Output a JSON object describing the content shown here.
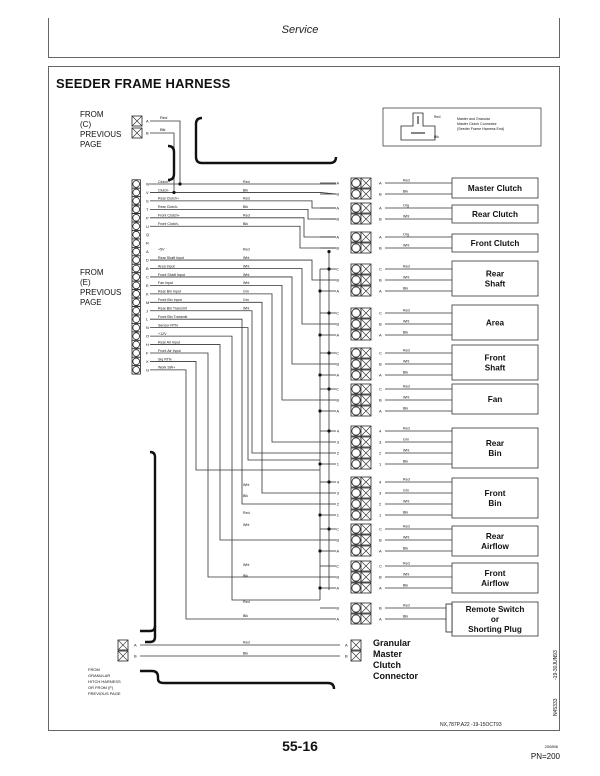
{
  "header": {
    "section": "Service"
  },
  "title": "SEEDER FRAME HARNESS",
  "legend_box": {
    "wire_top": "Red",
    "wire_bottom": "Blk",
    "text": [
      "Master and Granular",
      "Master Clutch Connector",
      "(Seeder Frame Harness End)"
    ]
  },
  "from_c": {
    "label": [
      "FROM",
      "(C)",
      "PREVIOUS",
      "PAGE"
    ],
    "pins": [
      "A",
      "B"
    ],
    "wires": [
      "Red",
      "Blk"
    ]
  },
  "from_e": {
    "label": [
      "FROM",
      "(E)",
      "PREVIOUS",
      "PAGE"
    ]
  },
  "main_connector": {
    "pins": [
      {
        "pin": "W",
        "signal": "Clutch+",
        "color": "Red"
      },
      {
        "pin": "V",
        "signal": "Clutch-",
        "color": "Blk"
      },
      {
        "pin": "S",
        "signal": "Rear Clutch+",
        "color": "Red"
      },
      {
        "pin": "T",
        "signal": "Rear Clutch-",
        "color": "Blk"
      },
      {
        "pin": "P",
        "signal": "Front Clutch+",
        "color": "Red"
      },
      {
        "pin": "U",
        "signal": "Front Clutch-",
        "color": "Blk"
      },
      {
        "pin": "Q",
        "signal": "",
        "color": ""
      },
      {
        "pin": "R",
        "signal": "",
        "color": ""
      },
      {
        "pin": "A",
        "signal": "+5V",
        "color": "Red"
      },
      {
        "pin": "D",
        "signal": "Rear Shaft Input",
        "color": "Wht"
      },
      {
        "pin": "B",
        "signal": "Area Input",
        "color": "Wht"
      },
      {
        "pin": "C",
        "signal": "Front Shaft Input",
        "color": "Wht"
      },
      {
        "pin": "E",
        "signal": "Fan Input",
        "color": "Wht"
      },
      {
        "pin": "K",
        "signal": "Rear Bin Input",
        "color": "Grn"
      },
      {
        "pin": "M",
        "signal": "Front Bin Input",
        "color": "Grn"
      },
      {
        "pin": "J",
        "signal": "Rear Bin Transmit",
        "color": "Wht"
      },
      {
        "pin": "L",
        "signal": "Front Bin Transmit",
        "color": ""
      },
      {
        "pin": "N",
        "signal": "Sensor RTN",
        "color": ""
      },
      {
        "pin": "O",
        "signal": "+12V",
        "color": ""
      },
      {
        "pin": "H",
        "signal": "Rear Air Input",
        "color": ""
      },
      {
        "pin": "F",
        "signal": "Front Air Input",
        "color": ""
      },
      {
        "pin": "X",
        "signal": "Sig RTN",
        "color": ""
      },
      {
        "pin": "G",
        "signal": "Work SW+",
        "color": ""
      }
    ]
  },
  "components": [
    {
      "name": "Master Clutch",
      "pins": [
        "A",
        "B"
      ],
      "wires": [
        "Red",
        "Blk"
      ]
    },
    {
      "name": "Rear Clutch",
      "pins": [
        "A",
        "B"
      ],
      "wires": [
        "Org",
        "Wht"
      ]
    },
    {
      "name": "Front Clutch",
      "pins": [
        "A",
        "B"
      ],
      "wires": [
        "Org",
        "Wht"
      ]
    },
    {
      "name": "Rear Shaft",
      "pins": [
        "C",
        "B",
        "A"
      ],
      "wires": [
        "Red",
        "Wht",
        "Blk"
      ]
    },
    {
      "name": "Area",
      "pins": [
        "C",
        "B",
        "A"
      ],
      "wires": [
        "Red",
        "Wht",
        "Blk"
      ]
    },
    {
      "name": "Front Shaft",
      "pins": [
        "C",
        "B",
        "A"
      ],
      "wires": [
        "Red",
        "Wht",
        "Blk"
      ]
    },
    {
      "name": "Fan",
      "pins": [
        "C",
        "B",
        "A"
      ],
      "wires": [
        "Red",
        "Wht",
        "Blk"
      ]
    },
    {
      "name": "Rear Bin",
      "pins": [
        "4",
        "3",
        "2",
        "1"
      ],
      "wires": [
        "Red",
        "Grn",
        "Wht",
        "Blk"
      ]
    },
    {
      "name": "Front Bin",
      "pins": [
        "4",
        "3",
        "2",
        "1"
      ],
      "wires": [
        "Red",
        "Grn",
        "Wht",
        "Blk"
      ]
    },
    {
      "name": "Rear Airflow",
      "pins": [
        "C",
        "B",
        "A"
      ],
      "wires": [
        "Red",
        "Wht",
        "Blk"
      ]
    },
    {
      "name": "Front Airflow",
      "pins": [
        "C",
        "B",
        "A"
      ],
      "wires": [
        "Red",
        "Wht",
        "Blk"
      ]
    },
    {
      "name": "Remote Switch or Shorting Plug",
      "pins": [
        "B",
        "A"
      ],
      "wires": [
        "Red",
        "Blk"
      ]
    }
  ],
  "lower_wire_labels": [
    "Wht",
    "Blk",
    "Red",
    "Wht",
    "Wht",
    "Blk",
    "Red",
    "Blk"
  ],
  "granular": {
    "from_label": [
      "FROM",
      "GRANULAR",
      "HITCH HARNESS",
      "OR FROM (F)",
      "PREVIOUS PAGE"
    ],
    "pins": [
      "A",
      "B"
    ],
    "wires": [
      "Red",
      "Blk"
    ],
    "connector_label": [
      "Granular",
      "Master",
      "Clutch",
      "Connector"
    ]
  },
  "footer": {
    "page_number": "55-16",
    "ref_code": "NX,787P,A22   -19-15OCT93",
    "pn": "PN=200",
    "pn_small": "200896",
    "side_ref_1": "-19-30JUN93",
    "side_ref_2": "N45333"
  }
}
